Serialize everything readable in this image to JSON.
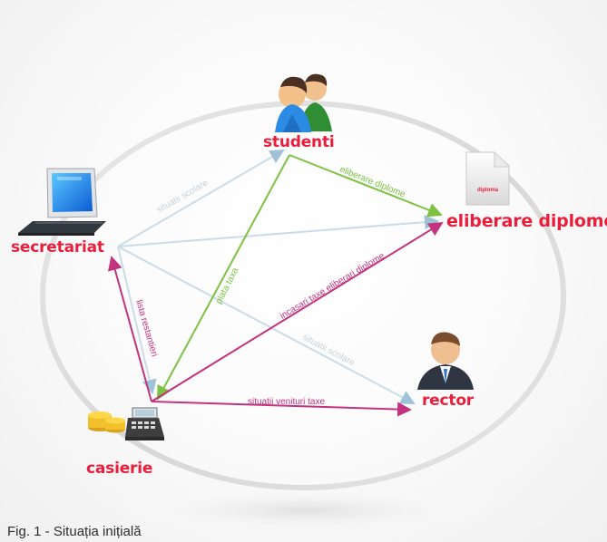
{
  "nodes": {
    "studenti": "studenti",
    "secretariat": "secretariat",
    "eliberare_diplome": "eliberare diplome",
    "rector": "rector",
    "casierie": "casierie",
    "diploma_tag": "diploma"
  },
  "edges": {
    "situatii_scolare_top": "situatii scolare",
    "eliberare_diplome": "eliberare diplome",
    "plata_taxa": "plata taxa",
    "incasari_taxe": "incasari taxe eliberari diplome",
    "situatii_scolare_bottom": "situatii scolare",
    "lista_restantieri": "lista restantieri",
    "situatii_venituri_taxe": "situatii venituri taxe"
  },
  "caption": "Fig. 1 - Situația inițială",
  "colors": {
    "node_label": "#ea1e3b",
    "green": "#7dc242",
    "magenta": "#c2347f",
    "light_blue": "#9fc2d7"
  },
  "icons": {
    "students": "students-icon",
    "computer": "computer-icon",
    "document": "document-icon",
    "rector": "rector-icon",
    "cash_register": "cash-register-icon"
  }
}
